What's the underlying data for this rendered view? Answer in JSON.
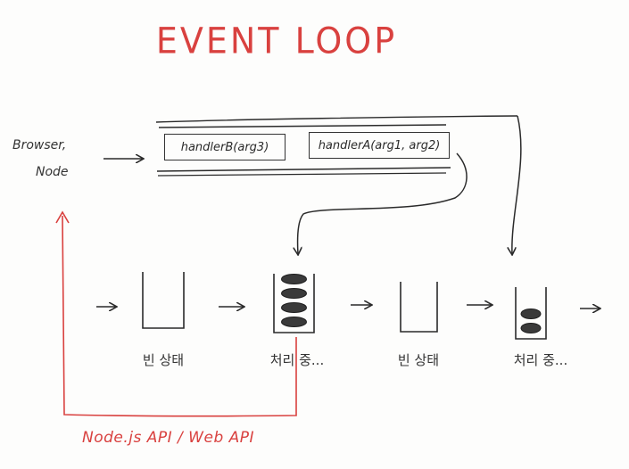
{
  "title": "EVENT LOOP",
  "environment": {
    "line1": "Browser,",
    "line2": "Node"
  },
  "task_queue": {
    "items": [
      {
        "label": "handlerB(arg3)"
      },
      {
        "label": "handlerA(arg1, arg2)"
      }
    ]
  },
  "loop_states": [
    {
      "label": "빈 상태",
      "pending": 0
    },
    {
      "label": "처리 중...",
      "pending": 4
    },
    {
      "label": "빈 상태",
      "pending": 0
    },
    {
      "label": "처리 중...",
      "pending": 2
    }
  ],
  "api_label": "Node.js API / Web API",
  "colors": {
    "accent": "#d9413f",
    "ink": "#2a2a2a"
  }
}
